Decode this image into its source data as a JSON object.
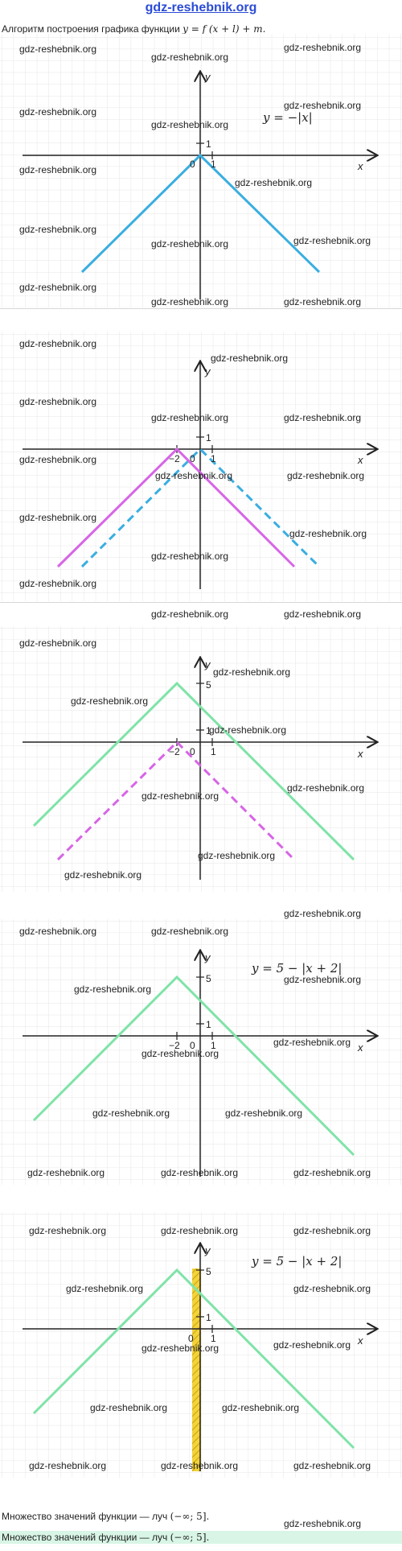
{
  "header": {
    "site": "gdz-reshebnik.org"
  },
  "intro": {
    "text": "Алгоритм построения графика функции ",
    "formula": "y = f (x + l) + m."
  },
  "axes": {
    "x": "x",
    "y": "y"
  },
  "watermark": "gdz-reshebnik.org",
  "colors": {
    "blue": "#3aaee0",
    "magenta": "#d765e6",
    "green": "#7fe3a8",
    "yellow": "#f3d23a",
    "grid": "#e6e6e6"
  },
  "panels": [
    {
      "id": "p1",
      "ticks": {
        "origin": "0",
        "x_one": "1",
        "y_one": "1"
      },
      "equation": "y = −|x|"
    },
    {
      "id": "p2",
      "ticks": {
        "origin": "0",
        "x_one": "1",
        "y_one": "1",
        "x_neg_two": "−2"
      }
    },
    {
      "id": "p3",
      "ticks": {
        "origin": "0",
        "x_one": "1",
        "y_one": "1",
        "x_neg_two": "−2",
        "y_five": "5"
      }
    },
    {
      "id": "p4",
      "ticks": {
        "origin": "0",
        "x_one": "1",
        "y_one": "1",
        "x_neg_two": "−2",
        "y_five": "5"
      },
      "equation": "y = 5 − |x + 2|"
    },
    {
      "id": "p5",
      "ticks": {
        "origin": "0",
        "x_one": "1",
        "y_one": "1",
        "y_five": "5"
      },
      "equation": "y = 5 − |x + 2|"
    }
  ],
  "answer": {
    "text": "Множество значений функции — луч ",
    "interval": "(−∞;  5]."
  }
}
